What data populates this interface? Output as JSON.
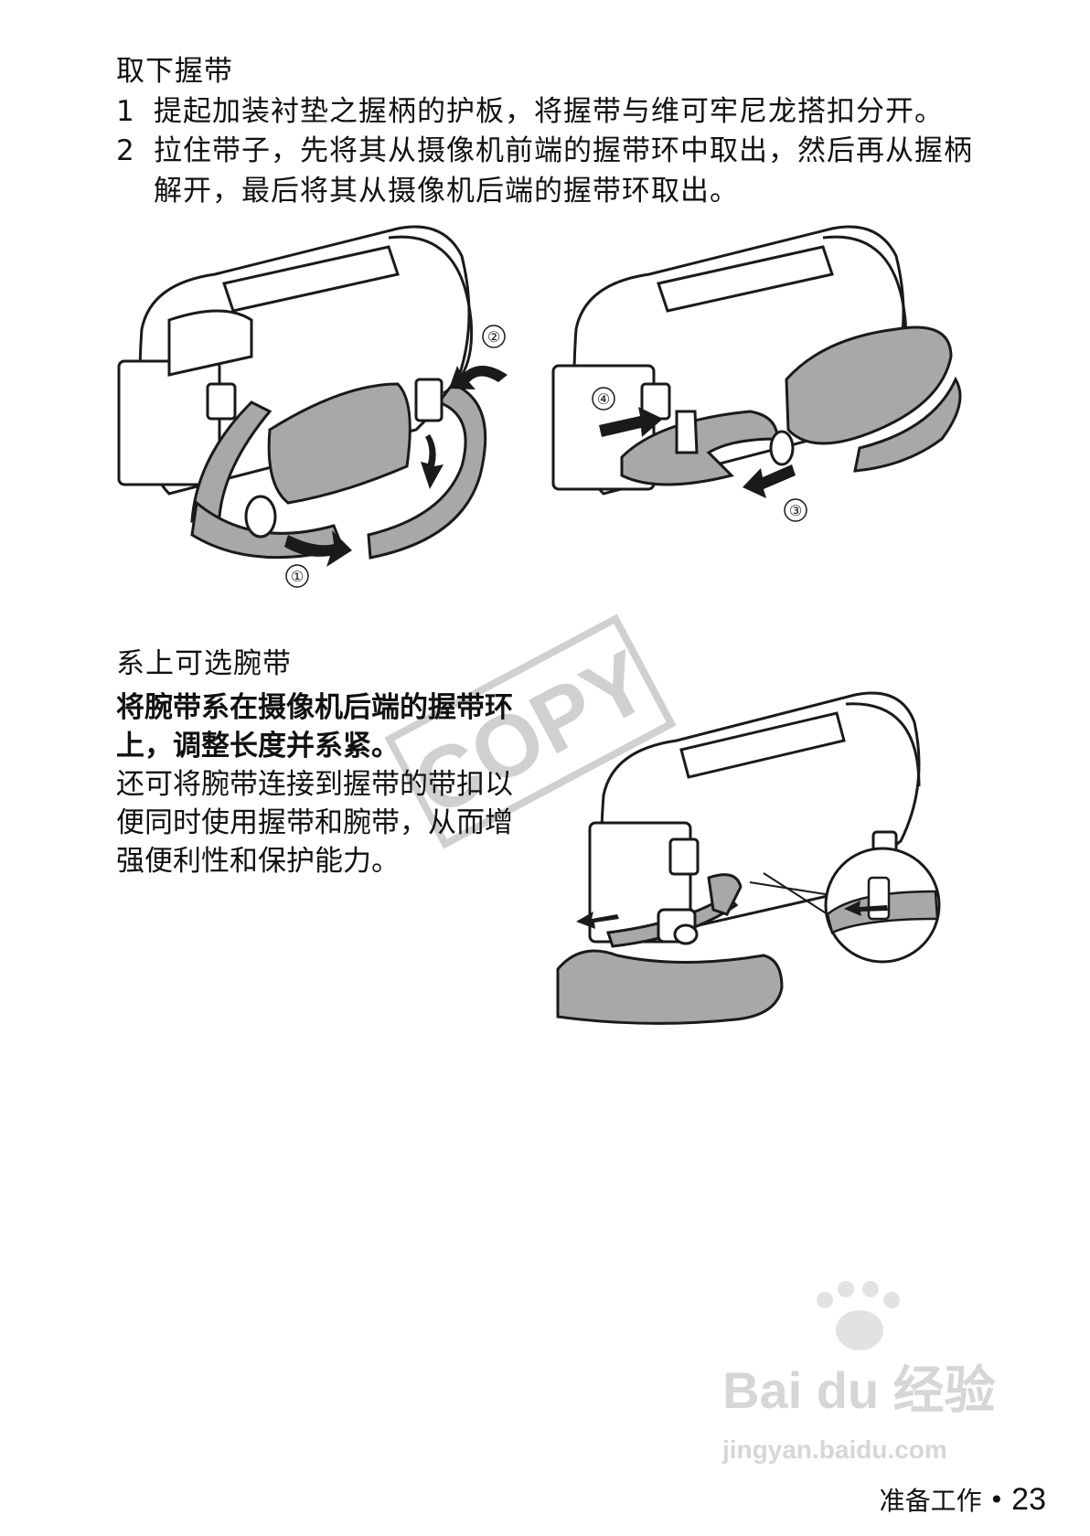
{
  "section_remove": {
    "title": "取下握带",
    "steps": [
      {
        "num": "1",
        "text": "提起加装衬垫之握柄的护板，将握带与维可牢尼龙搭扣分开。"
      },
      {
        "num": "2",
        "text": "拉住带子，先将其从摄像机前端的握带环中取出，然后再从握柄解开，最后将其从摄像机后端的握带环取出。"
      }
    ],
    "callouts": [
      "①",
      "②",
      "③",
      "④"
    ]
  },
  "section_wrist": {
    "title": "系上可选腕带",
    "bold_text": "将腕带系在摄像机后端的握带环上，调整长度并系紧。",
    "normal_text": "还可将腕带连接到握带的带扣以便同时使用握带和腕带，从而增强便利性和保护能力。"
  },
  "watermark": {
    "stamp": "COPY",
    "baidu_logo": "Bai du 经验",
    "baidu_url": "jingyan.baidu.com"
  },
  "footer": {
    "section_name": "准备工作",
    "bullet": "•",
    "page_number": "23"
  },
  "colors": {
    "strap_gray": "#a8a8a8",
    "line": "#1a1a1a",
    "watermark": "#d0d0d0"
  }
}
